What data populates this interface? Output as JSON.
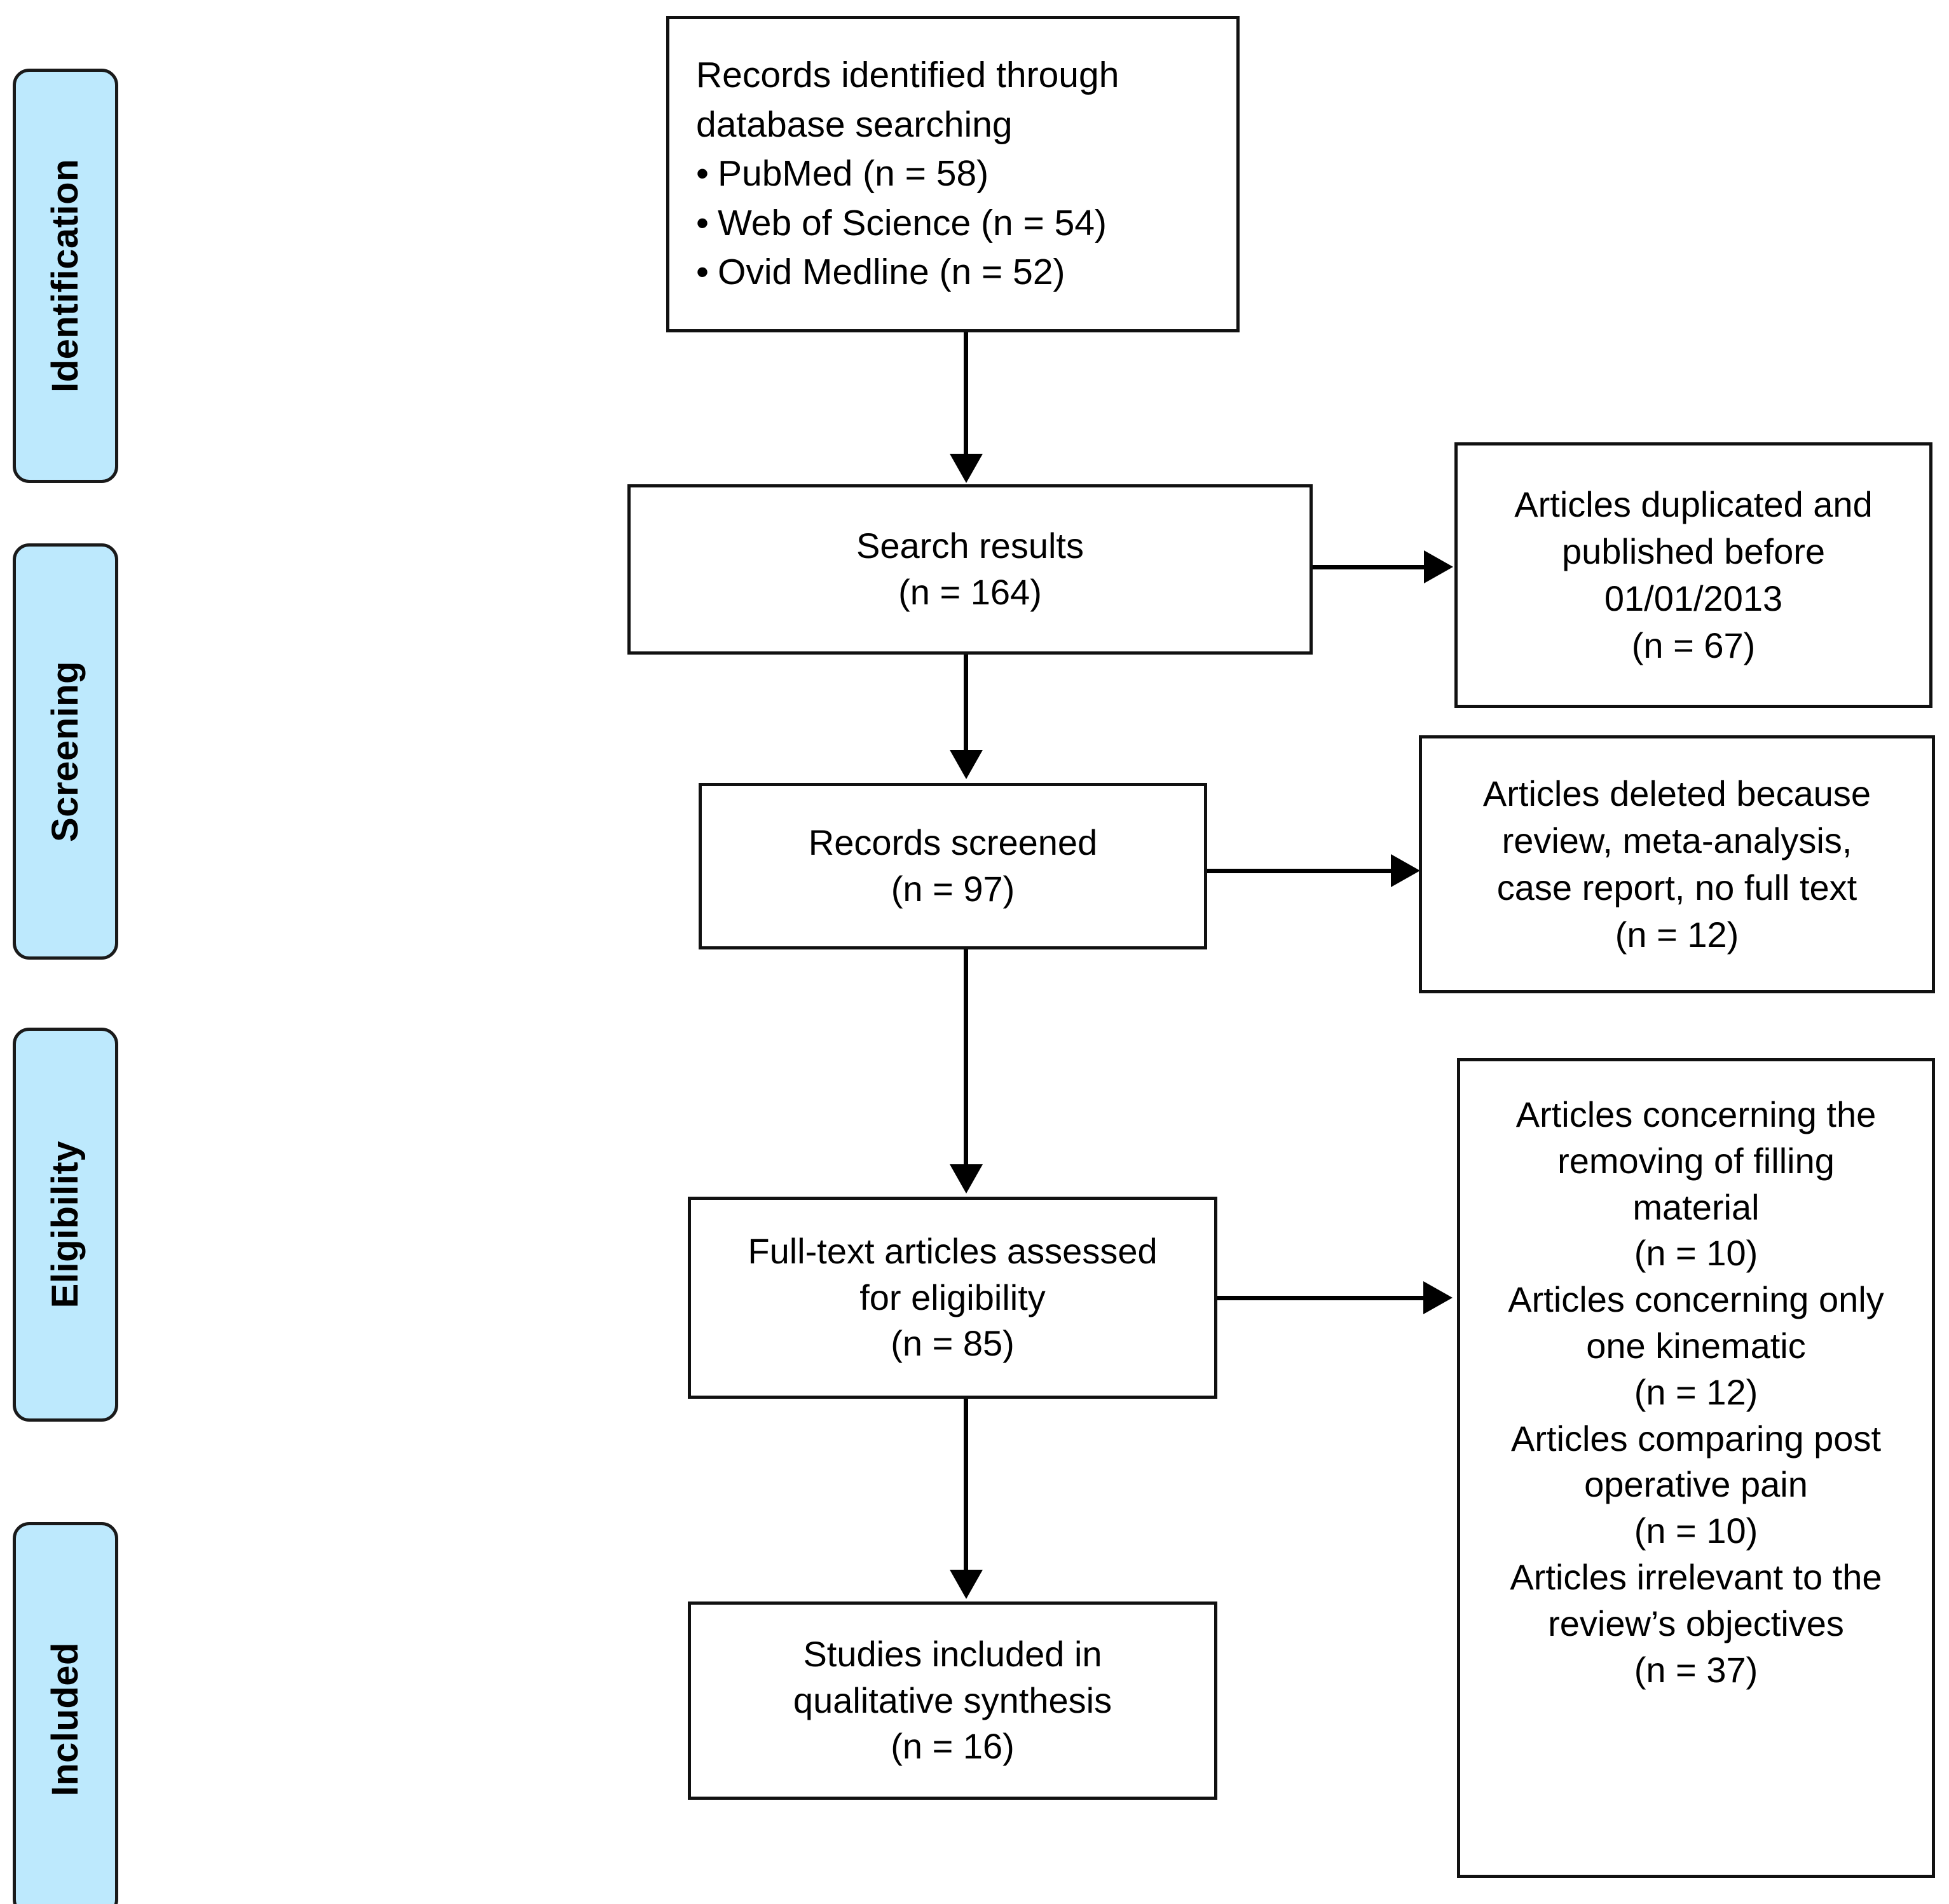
{
  "diagram": {
    "title": "PRISMA flow diagram",
    "colors": {
      "stage_fill": "#bde9fd",
      "stage_border": "#1a1a1a",
      "box_border": "#111111",
      "box_fill": "#ffffff",
      "text": "#000000"
    }
  },
  "stages": [
    {
      "id": "identification",
      "label": "Identification"
    },
    {
      "id": "screening",
      "label": "Screening"
    },
    {
      "id": "eligibility",
      "label": "Eligibility"
    },
    {
      "id": "included",
      "label": "Included"
    }
  ],
  "boxes": {
    "identified": {
      "heading_line1": "Records identified through",
      "heading_line2": "database searching",
      "sources": [
        {
          "bullet": "•",
          "label": "PubMed (n = 58)",
          "name": "PubMed",
          "n": 58
        },
        {
          "bullet": "•",
          "label": "Web of Science (n = 54)",
          "name": "Web of Science",
          "n": 54
        },
        {
          "bullet": "•",
          "label": "Ovid Medline (n = 52)",
          "name": "Ovid Medline",
          "n": 52
        }
      ]
    },
    "search_results": {
      "line1": "Search results",
      "line2": "(n = 164)",
      "n": 164
    },
    "duplicates": {
      "line1": "Articles duplicated and",
      "line2": "published before",
      "line3": "01/01/2013",
      "line4": "(n = 67)",
      "n": 67
    },
    "records_screened": {
      "line1": "Records screened",
      "line2": "(n = 97)",
      "n": 97
    },
    "deleted": {
      "line1": "Articles deleted because",
      "line2": "review, meta-analysis,",
      "line3": "case report, no full text",
      "line4": "(n = 12)",
      "n": 12
    },
    "full_text": {
      "line1": "Full-text articles assessed",
      "line2": "for eligibility",
      "line3": "(n = 85)",
      "n": 85
    },
    "exclusions": {
      "items": [
        {
          "line1": "Articles concerning the",
          "line2": "removing of filling",
          "line3": "material",
          "count": "(n = 10)",
          "n": 10
        },
        {
          "line1": "Articles concerning only",
          "line2": "one kinematic",
          "line3": "",
          "count": "(n = 12)",
          "n": 12
        },
        {
          "line1": "Articles comparing post",
          "line2": "operative pain",
          "line3": "",
          "count": "(n = 10)",
          "n": 10
        },
        {
          "line1": "Articles irrelevant to the",
          "line2": "review’s objectives",
          "line3": "",
          "count": "(n = 37)",
          "n": 37
        }
      ]
    },
    "included_studies": {
      "line1": "Studies included in",
      "line2": "qualitative synthesis",
      "line3": "(n = 16)",
      "n": 16
    }
  }
}
